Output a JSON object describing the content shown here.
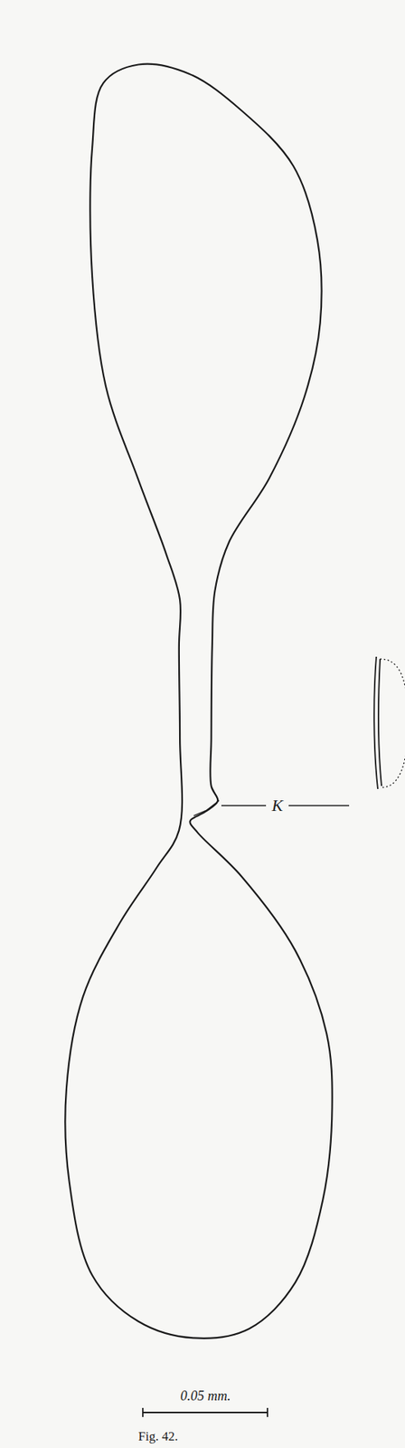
{
  "diagram": {
    "labels": [
      "K",
      "0.05 mm.",
      "Fig. 42."
    ]
  }
}
